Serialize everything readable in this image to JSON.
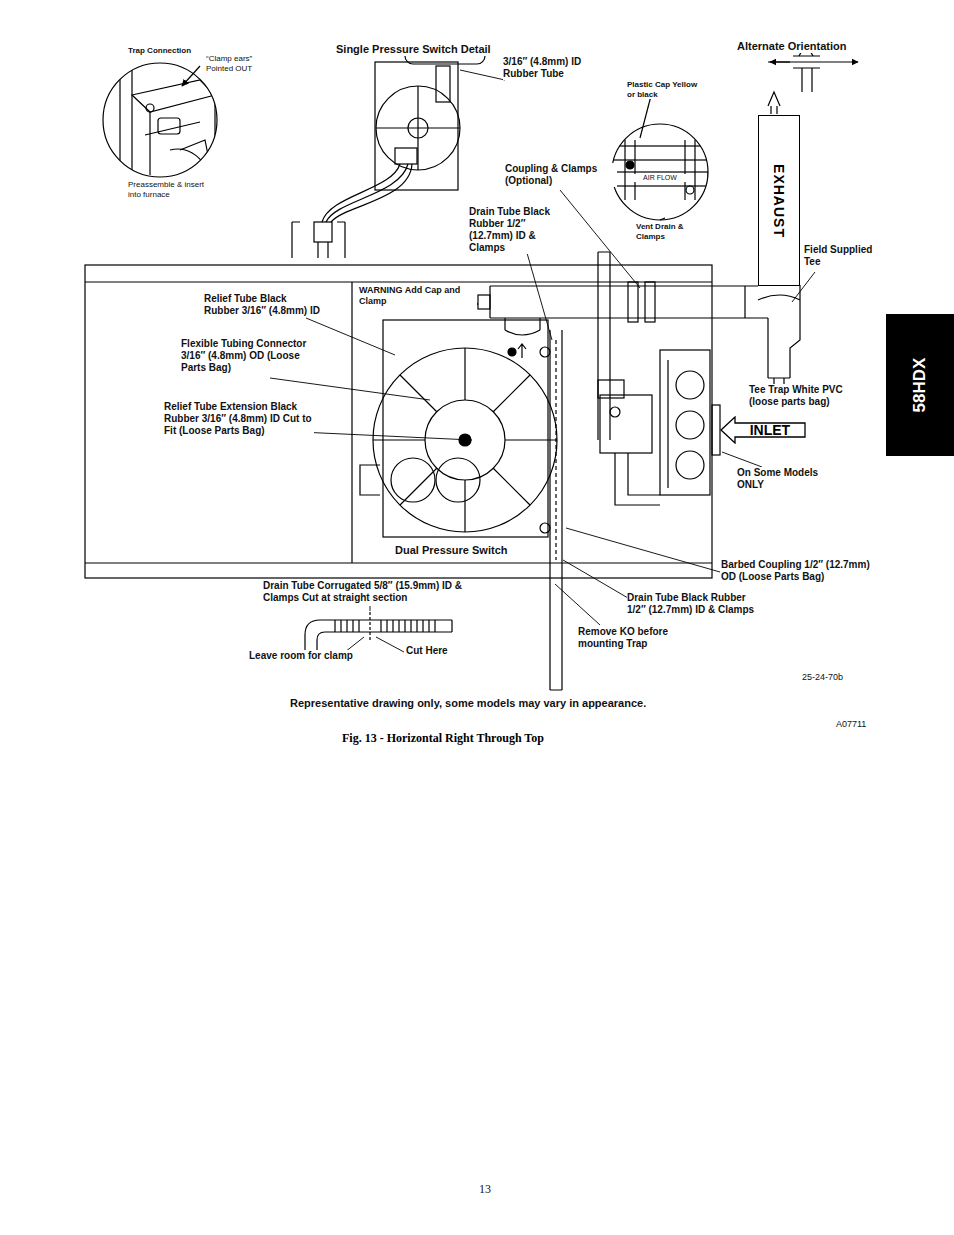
{
  "diagram": {
    "caption": "Fig. 13 - Horizontal Right Through Top",
    "nodes": [
      {
        "text": [
          "58HDX"
        ]
      },
      {
        "text": [
          "EXHAUST"
        ]
      },
      {
        "text": [
          "INLET"
        ]
      }
    ],
    "labels": [
      "Trap Connection",
      "“Clamp ears” Pointed OUT",
      "Preassemble & insert into furnace",
      "Single Pressure Switch Detail",
      "3/16″ (4.8mm) ID Rubber Tube",
      "Alternate Orientation",
      "Plastic Cap Yellow or black",
      "Coupling & Clamps (Optional)",
      "Drain Tube Black Rubber 1/2″ (12.7mm) ID & Clamps",
      "AIR FLOW",
      "Vent Drain & Clamps",
      "Field Supplied Tee",
      "WARNING Add Cap and Clamp",
      "Relief Tube Black Rubber 3/16″ (4.8mm) ID",
      "Flexible Tubing Connector 3/16″ (4.8mm) OD (Loose Parts Bag)",
      "Relief Tube Extension Black Rubber 3/16″ (4.8mm) ID Cut to Fit (Loose Parts Bag)",
      "Tee Trap White PVC (loose parts bag)",
      "On Some Models ONLY",
      "Dual Pressure Switch",
      "Barbed Coupling 1/2″ (12.7mm) OD (Loose Parts Bag)",
      "Drain Tube Corrugated 5/8″ (15.9mm) ID & Clamps Cut at straight section",
      "Drain Tube Black Rubber 1/2″ (12.7mm) ID & Clamps",
      "Remove KO before mounting Trap",
      "Leave room for clamp",
      "Cut Here",
      "25-24-70b",
      "Representative drawing only, some models may vary in appearance.",
      "A07711",
      "13"
    ]
  }
}
